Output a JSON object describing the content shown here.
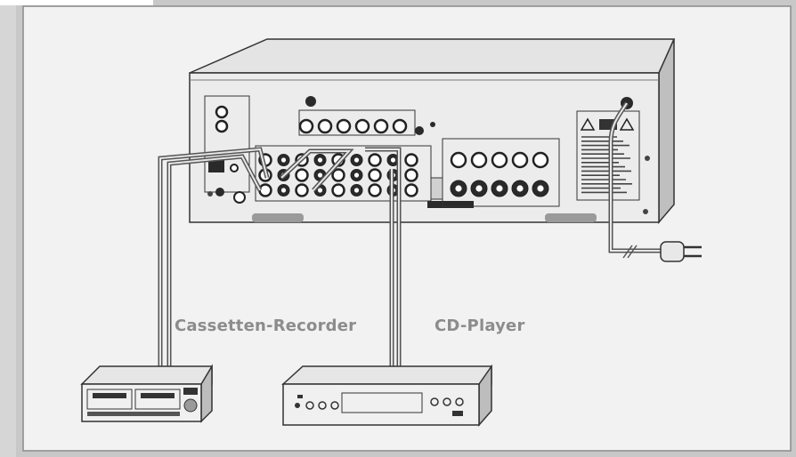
{
  "diagram": {
    "labels": {
      "cassette_recorder": "Cassetten-Recorder",
      "cd_player": "CD-Player"
    },
    "colors": {
      "background": "#d6d6d6",
      "panel": "#f0f0f0",
      "device_body": "#e9e9e9",
      "device_line": "#3a3a3a",
      "jack": "#2e2e2e",
      "cable": "#555555",
      "label_text": "#8c8c8c"
    },
    "devices": [
      {
        "name": "Amplifier",
        "kind": "amplifier-rear-panel"
      },
      {
        "name": "Cassetten-Recorder",
        "kind": "cassette-deck"
      },
      {
        "name": "CD-Player",
        "kind": "cd-player"
      },
      {
        "name": "Mains plug",
        "kind": "power-plug"
      }
    ]
  }
}
